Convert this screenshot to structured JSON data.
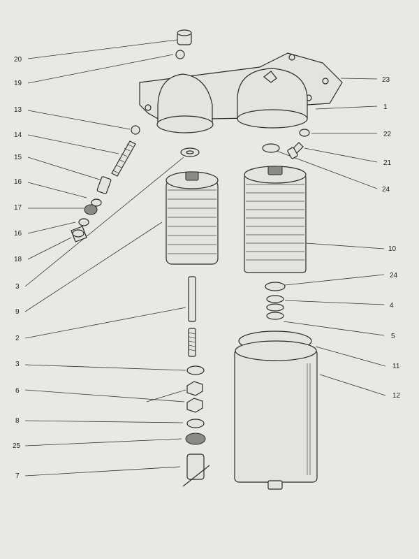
{
  "diagram": {
    "callouts_left": [
      {
        "id": "20",
        "text": "20"
      },
      {
        "id": "19",
        "text": "19"
      },
      {
        "id": "13",
        "text": "13"
      },
      {
        "id": "14",
        "text": "14"
      },
      {
        "id": "15",
        "text": "15"
      },
      {
        "id": "16a",
        "text": "16"
      },
      {
        "id": "17",
        "text": "17"
      },
      {
        "id": "16b",
        "text": "16"
      },
      {
        "id": "18",
        "text": "18"
      },
      {
        "id": "3a",
        "text": "3"
      },
      {
        "id": "9",
        "text": "9"
      },
      {
        "id": "2",
        "text": "2"
      },
      {
        "id": "3b",
        "text": "3"
      },
      {
        "id": "6",
        "text": "6"
      },
      {
        "id": "8",
        "text": "8"
      },
      {
        "id": "25",
        "text": "25"
      },
      {
        "id": "7",
        "text": "7"
      }
    ],
    "callouts_right": [
      {
        "id": "23",
        "text": "23"
      },
      {
        "id": "1",
        "text": "1"
      },
      {
        "id": "22",
        "text": "22"
      },
      {
        "id": "21",
        "text": "21"
      },
      {
        "id": "24a",
        "text": "24"
      },
      {
        "id": "10",
        "text": "10"
      },
      {
        "id": "24b",
        "text": "24"
      },
      {
        "id": "4",
        "text": "4"
      },
      {
        "id": "5",
        "text": "5"
      },
      {
        "id": "11",
        "text": "11"
      },
      {
        "id": "12",
        "text": "12"
      }
    ]
  }
}
